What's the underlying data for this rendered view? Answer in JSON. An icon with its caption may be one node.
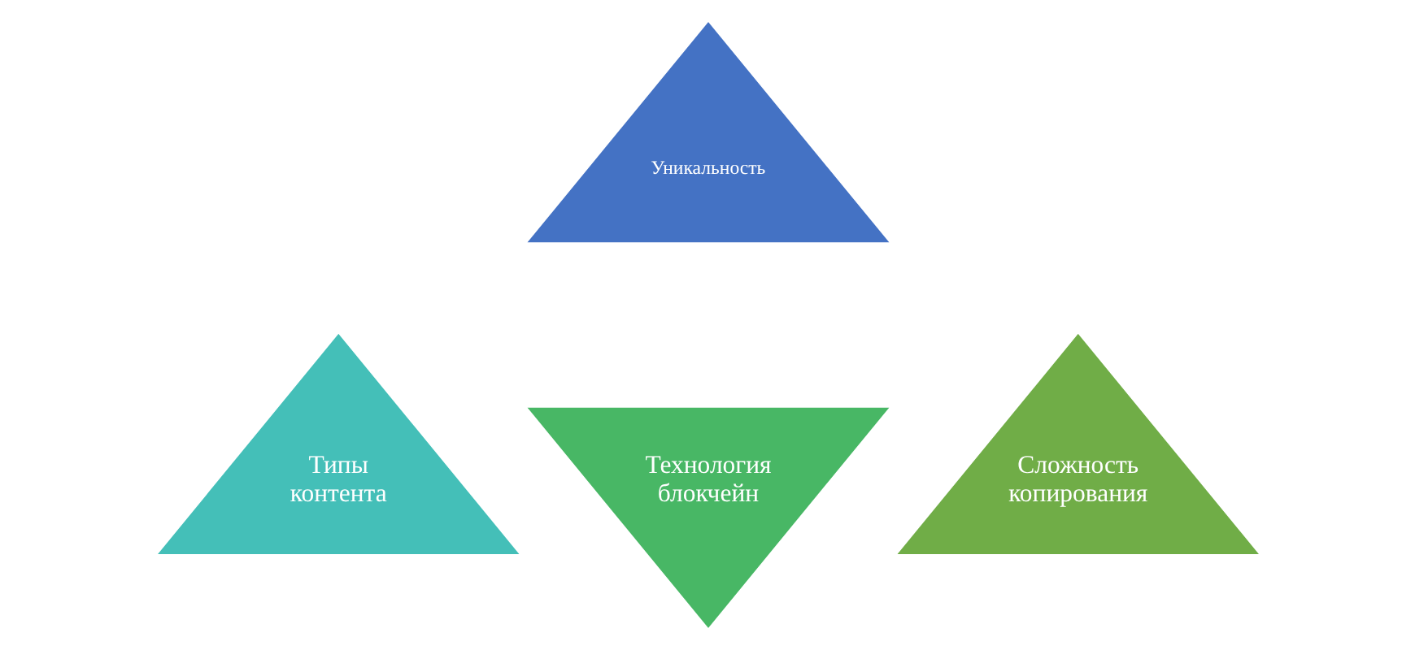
{
  "diagram": {
    "nodes": [
      {
        "text": [
          "Уникальность"
        ]
      },
      {
        "text": [
          "Технология блокчейн"
        ]
      },
      {
        "text": [
          "Типы контента"
        ]
      },
      {
        "text": [
          "Сложность копирования"
        ]
      }
    ]
  }
}
